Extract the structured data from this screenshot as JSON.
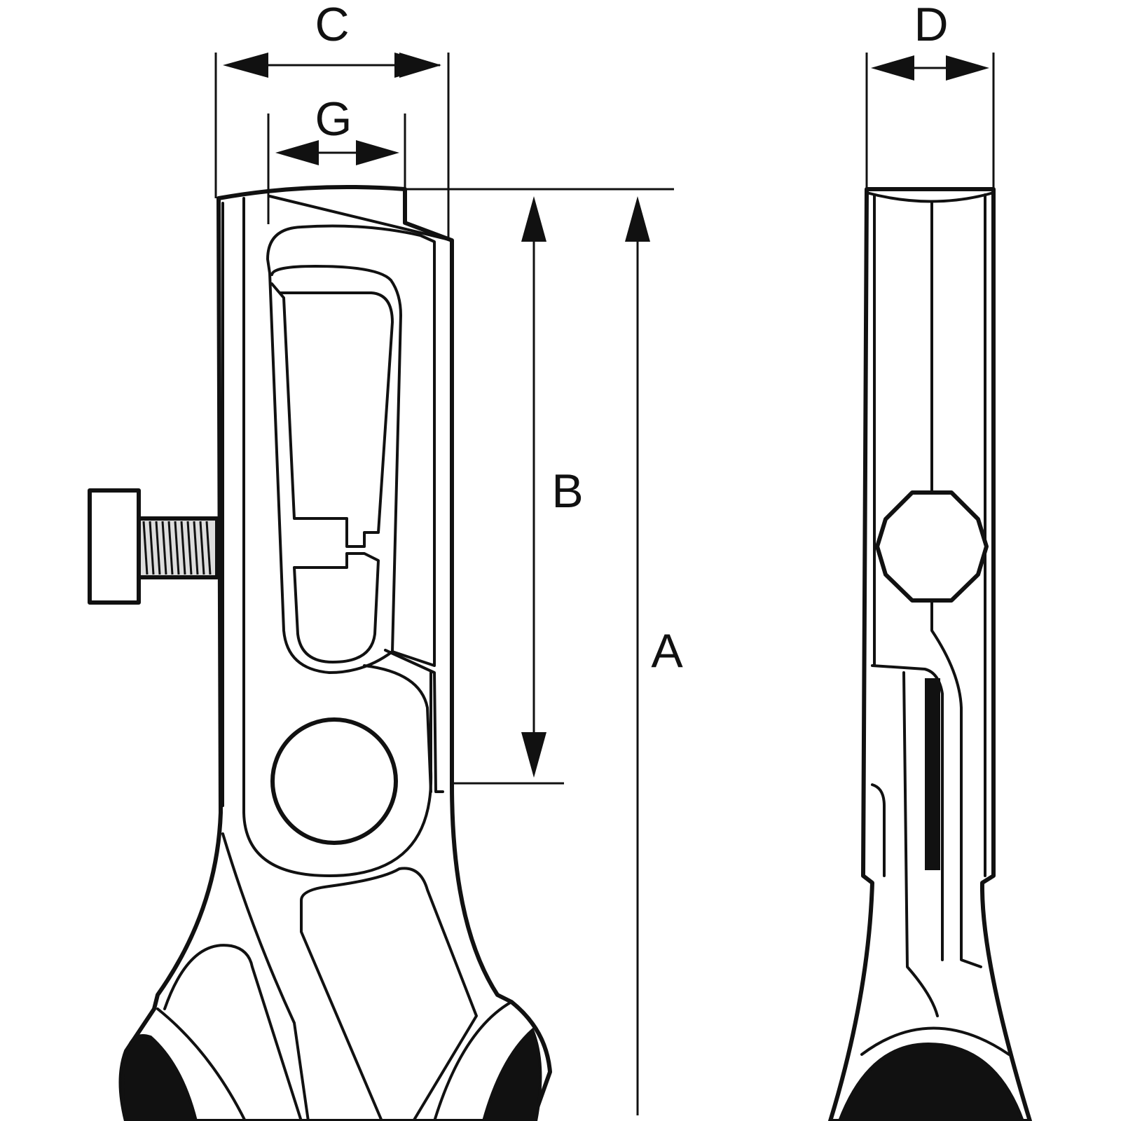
{
  "dimensions": {
    "A": "A",
    "B": "B",
    "C": "C",
    "D": "D",
    "G": "G"
  },
  "colors": {
    "line": "#111111",
    "background": "#ffffff"
  }
}
